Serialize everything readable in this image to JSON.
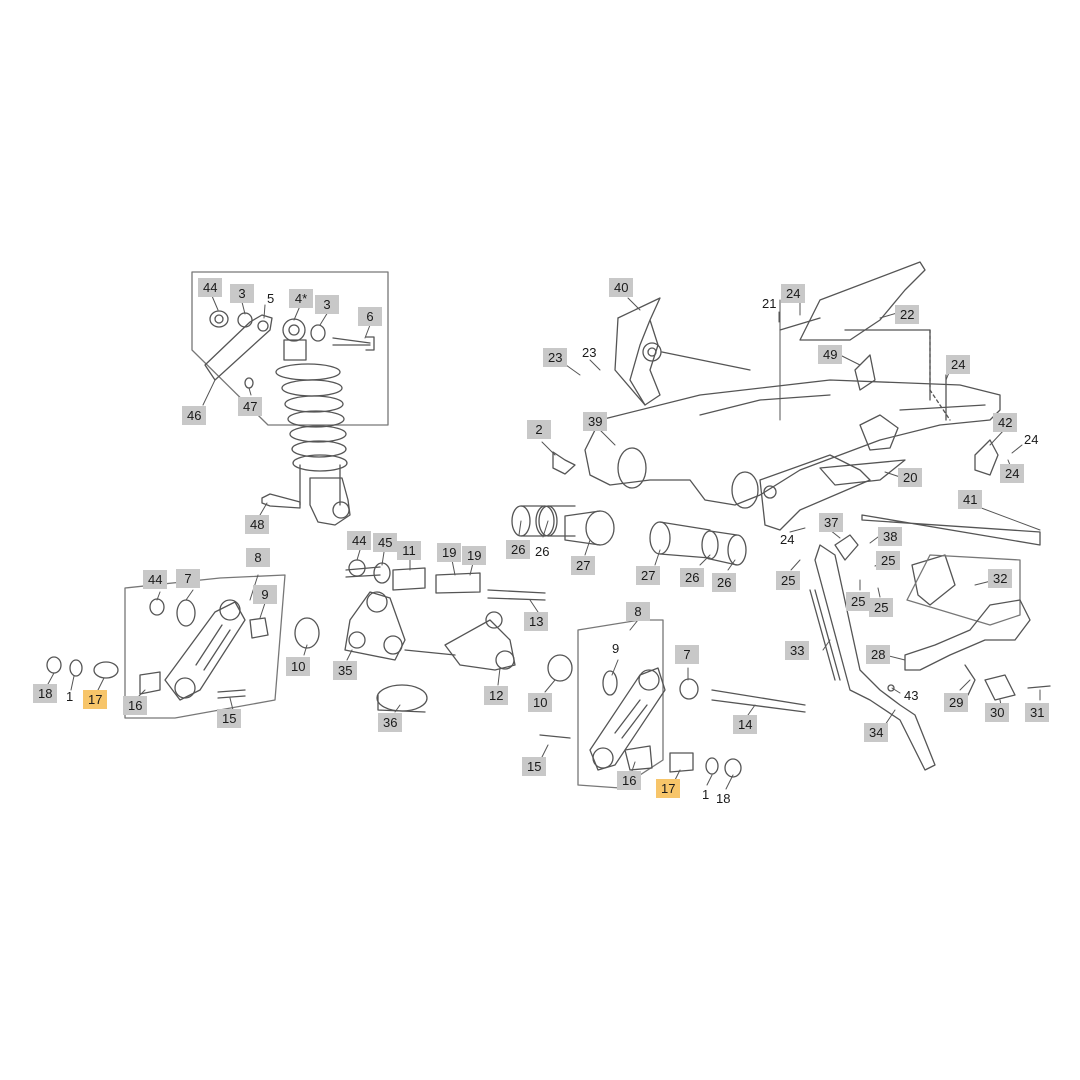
{
  "colors": {
    "line": "#555555",
    "light": "#9a9a9a",
    "callout_bg": "#c8c8c8",
    "highlight_bg": "#f7c56a",
    "background": "#ffffff"
  },
  "callouts": {
    "c44a": "44",
    "c3a": "3",
    "c5": "5",
    "c4s": "4*",
    "c3b": "3",
    "c6": "6",
    "c46": "46",
    "c47": "47",
    "c48": "48",
    "c40": "40",
    "c21": "21",
    "c24a": "24",
    "c22": "22",
    "c23a": "23",
    "c23b": "23",
    "c49": "49",
    "c24b": "24",
    "c2": "2",
    "c39": "39",
    "c42": "42",
    "c24c": "24",
    "c24d": "24",
    "c20": "20",
    "c41": "41",
    "c26a": "26",
    "c26b": "26",
    "c27a": "27",
    "c27b": "27",
    "c26c": "26",
    "c26d": "26",
    "c24e": "24",
    "c37": "37",
    "c38": "38",
    "c25a": "25",
    "c25b": "25",
    "c25c": "25",
    "c25d": "25",
    "c32": "32",
    "c44b": "44",
    "c45": "45",
    "c11": "11",
    "c19a": "19",
    "c19b": "19",
    "c13": "13",
    "c8a": "8",
    "c44c": "44",
    "c7a": "7",
    "c9a": "9",
    "c10a": "10",
    "c35": "35",
    "c12": "12",
    "c36": "36",
    "c18a": "18",
    "c1a": "1",
    "c17a": "17",
    "c16a": "16",
    "c15a": "15",
    "c8b": "8",
    "c9b": "9",
    "c7b": "7",
    "c10b": "10",
    "c14": "14",
    "c15b": "15",
    "c16b": "16",
    "c17b": "17",
    "c1b": "1",
    "c18b": "18",
    "c33": "33",
    "c28": "28",
    "c43": "43",
    "c29": "29",
    "c30": "30",
    "c31": "31",
    "c34": "34"
  },
  "highlighted_parts": [
    "17"
  ]
}
